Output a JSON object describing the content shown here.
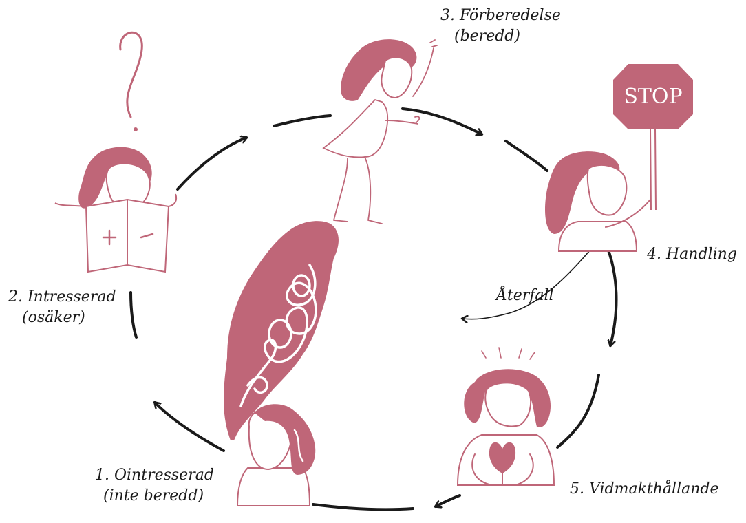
{
  "colors": {
    "figure": "#bf6678",
    "stroke": "#1a1a1a",
    "background": "#ffffff",
    "signText": "#ffffff"
  },
  "stages": [
    {
      "line1": "1. Ointresserad",
      "line2": "(inte beredd)"
    },
    {
      "line1": "2. Intresserad",
      "line2": "(osäker)"
    },
    {
      "line1": "3. Förberedelse",
      "line2": "(beredd)"
    },
    {
      "line1": "4. Handling",
      "line2": ""
    },
    {
      "line1": "5. Vidmakthållande",
      "line2": ""
    }
  ],
  "relapse_label": "Återfall",
  "sign_text": "STOP",
  "icons": [
    "question-mark-icon",
    "newspaper-icon",
    "thought-cloud-icon",
    "stop-sign-icon",
    "tulip-icon"
  ]
}
